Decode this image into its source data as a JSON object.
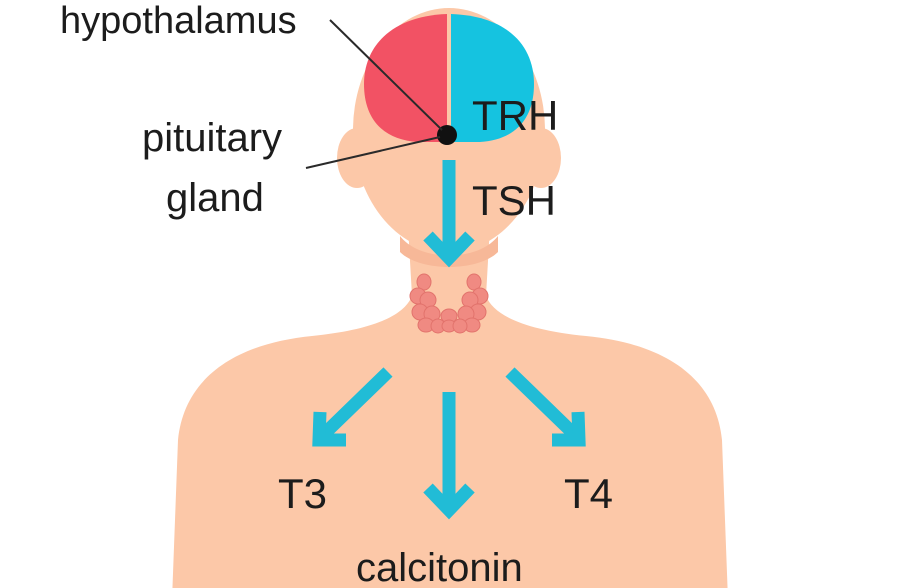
{
  "labels": {
    "hypothalamus": "hypothalamus",
    "pituitary_line1": "pituitary",
    "pituitary_line2": "gland",
    "trh": "TRH",
    "tsh": "TSH",
    "t3": "T3",
    "t4": "T4",
    "calcitonin": "calcitonin"
  },
  "colors": {
    "skin": "#fcc8a8",
    "skin_shade": "#f7b898",
    "hypothalamus": "#f25264",
    "pituitary_region": "#15c3e0",
    "arrow": "#21bcd6",
    "thyroid": "#f08a82",
    "pituitary_dot": "#111111",
    "text": "#1c1c1c"
  }
}
